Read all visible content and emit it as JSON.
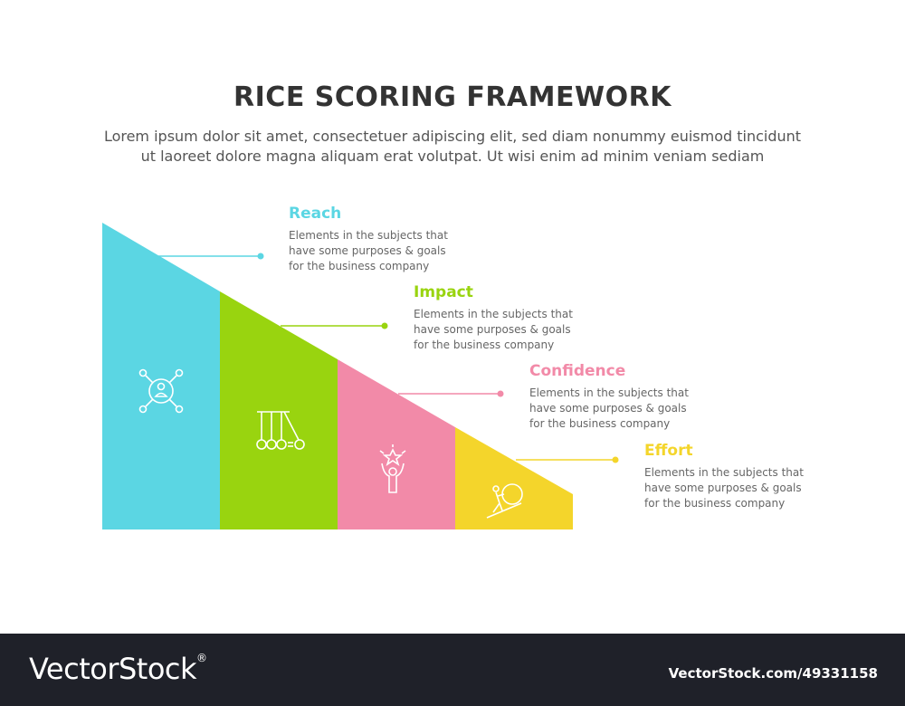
{
  "title": "RICE SCORING FRAMEWORK",
  "subtitle": {
    "line1": "Lorem ipsum dolor sit amet, consectetuer adipiscing elit, sed diam nonummy euismod tincidunt",
    "line2": "ut laoreet dolore magna aliquam erat volutpat. Ut wisi enim ad minim veniam sediam"
  },
  "steps": [
    {
      "title": "Reach",
      "color": "#5bd6e3",
      "icon": "network-person-icon",
      "desc": [
        "Elements in the subjects that",
        "have  some purposes & goals",
        "for the  business company"
      ]
    },
    {
      "title": "Impact",
      "color": "#99d40f",
      "icon": "newtons-cradle-icon",
      "desc": [
        "Elements in the subjects that",
        "have  some purposes & goals",
        "for the  business company"
      ]
    },
    {
      "title": "Confidence",
      "color": "#f28aa8",
      "icon": "raised-hands-star-icon",
      "desc": [
        "Elements in the subjects that",
        "have  some purposes & goals",
        "for the  business company"
      ]
    },
    {
      "title": "Effort",
      "color": "#f4d52b",
      "icon": "push-boulder-icon",
      "desc": [
        "Elements in the subjects that",
        "have  some purposes & goals",
        "for the  business company"
      ]
    }
  ],
  "footer": {
    "brand": "VectorStock",
    "registered": "®",
    "image_id": "VectorStock.com/49331158"
  }
}
